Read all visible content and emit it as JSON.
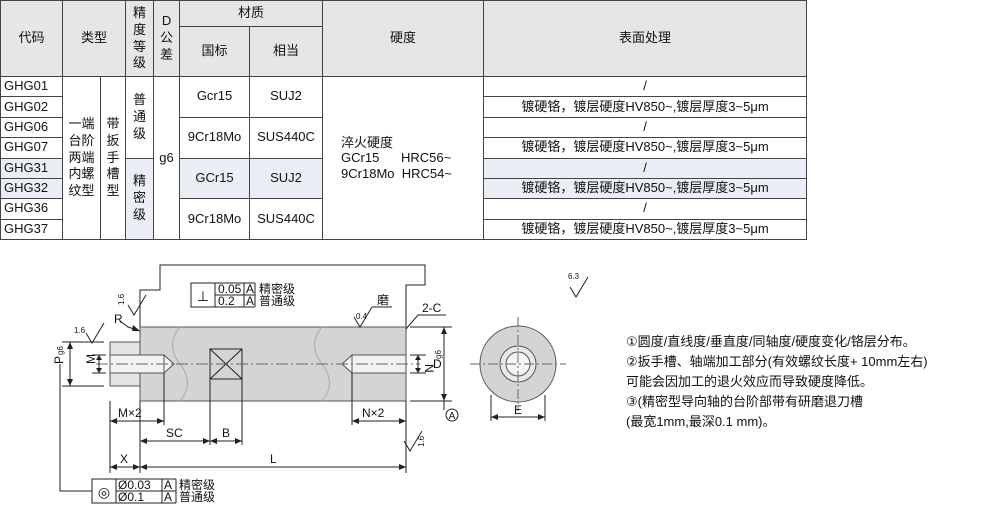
{
  "table": {
    "headers": {
      "code": "代码",
      "type": "类型",
      "precision": "精度等级",
      "tolerance": "D公差",
      "material": "材质",
      "material_std": "国标",
      "material_equiv": "相当",
      "hardness": "硬度",
      "surface": "表面处理"
    },
    "codes": [
      "GHG01",
      "GHG02",
      "GHG06",
      "GHG07",
      "GHG31",
      "GHG32",
      "GHG36",
      "GHG37"
    ],
    "type_main": "一端台阶两端内螺纹型",
    "type_sub": "带扳手槽型",
    "grade_normal": "普通级",
    "grade_precise": "精密级",
    "tolerance": "g6",
    "materials": [
      {
        "std": "Gcr15",
        "equiv": "SUJ2"
      },
      {
        "std": "9Cr18Mo",
        "equiv": "SUS440C"
      },
      {
        "std": "GCr15",
        "equiv": "SUJ2"
      },
      {
        "std": "9Cr18Mo",
        "equiv": "SUS440C"
      }
    ],
    "hardness_title": "淬火硬度",
    "hardness_line1": "GCr15      HRC56~",
    "hardness_line2": "9Cr18Mo  HRC54~",
    "surface_none": "/",
    "surface_plated": "镀硬铬，镀层硬度HV850~,镀层厚度3~5μm"
  },
  "drawing": {
    "perp_symbol": "⊥",
    "perp_precise": "0.05",
    "perp_normal": "0.2",
    "datum": "A",
    "precise_label": "精密级",
    "normal_label": "普通级",
    "conc_symbol": "◎",
    "conc_precise": "Ø0.03",
    "conc_normal": "Ø0.1",
    "rough_16": "1.6",
    "rough_04": "0.4",
    "rough_63": "6.3",
    "grind": "磨",
    "chamfer": "2-C",
    "radius": "R",
    "dim_P": "P",
    "dim_P_sub": "g6",
    "dim_M": "M",
    "dim_N": "N",
    "dim_D": "D",
    "dim_D_sub": "g6",
    "dim_Mx2": "M×2",
    "dim_Nx2": "N×2",
    "dim_SC": "SC",
    "dim_B": "B",
    "dim_X": "X",
    "dim_L": "L",
    "dim_E": "E"
  },
  "notes": [
    "①圆度/直线度/垂直度/同轴度/硬度变化/铬层分布。",
    "②扳手槽、轴端加工部分(有效螺纹长度+ 10mm左右)",
    "可能会因加工的退火效应而导致硬度降低。",
    "③(精密型导向轴的台阶部带有研磨退刀槽",
    "(最宽1mm,最深0.1 mm)。"
  ]
}
